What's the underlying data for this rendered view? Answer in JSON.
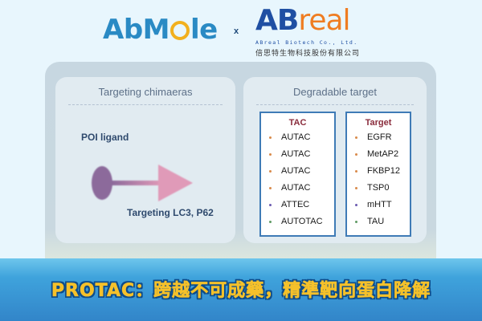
{
  "header": {
    "logo_left": {
      "prefix": "AbM",
      "suffix": "le"
    },
    "separator": "x",
    "logo_right": {
      "ab": "AB",
      "real": "real",
      "english": "ABreal Biotech Co., Ltd.",
      "chinese": "倍思特生物科技股份有限公司"
    }
  },
  "left_card": {
    "title": "Targeting chimaeras",
    "poi_label": "POI ligand",
    "target_label": "Targeting LC3, P62",
    "colors": {
      "ligand": "#8c6a9b",
      "arrow": "#e09ab8"
    }
  },
  "right_card": {
    "title": "Degradable target",
    "tac_column": {
      "header": "TAC",
      "items": [
        {
          "label": "AUTAC",
          "bullet_color": "#d98a4a"
        },
        {
          "label": "AUTAC",
          "bullet_color": "#d98a4a"
        },
        {
          "label": "AUTAC",
          "bullet_color": "#d98a4a"
        },
        {
          "label": "AUTAC",
          "bullet_color": "#d98a4a"
        },
        {
          "label": "ATTEC",
          "bullet_color": "#6a5ab0"
        },
        {
          "label": "AUTOTAC",
          "bullet_color": "#5f9a63"
        }
      ]
    },
    "target_column": {
      "header": "Target",
      "items": [
        {
          "label": "EGFR",
          "bullet_color": "#d98a4a"
        },
        {
          "label": "MetAP2",
          "bullet_color": "#d98a4a"
        },
        {
          "label": "FKBP12",
          "bullet_color": "#d98a4a"
        },
        {
          "label": "TSP0",
          "bullet_color": "#d98a4a"
        },
        {
          "label": "mHTT",
          "bullet_color": "#6a5ab0"
        },
        {
          "label": "TAU",
          "bullet_color": "#5f9a63"
        }
      ]
    }
  },
  "banner": {
    "text": "PROTAC：跨越不可成藥，精準靶向蛋白降解"
  }
}
